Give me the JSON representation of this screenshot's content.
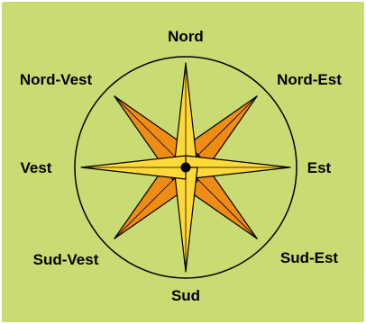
{
  "labels": {
    "north": "Nord",
    "northeast": "Nord-Est",
    "east": "Est",
    "southeast": "Sud-Est",
    "south": "Sud",
    "southwest": "Sud-Vest",
    "west": "Vest",
    "northwest": "Nord-Vest"
  },
  "colors": {
    "background": "#c9db73",
    "cardinal_points": "#ffd83a",
    "intercardinal_points": "#ef8c14",
    "outline": "#000000",
    "center_dot": "#000000"
  },
  "icons": {
    "center": "compass-center-dot"
  }
}
